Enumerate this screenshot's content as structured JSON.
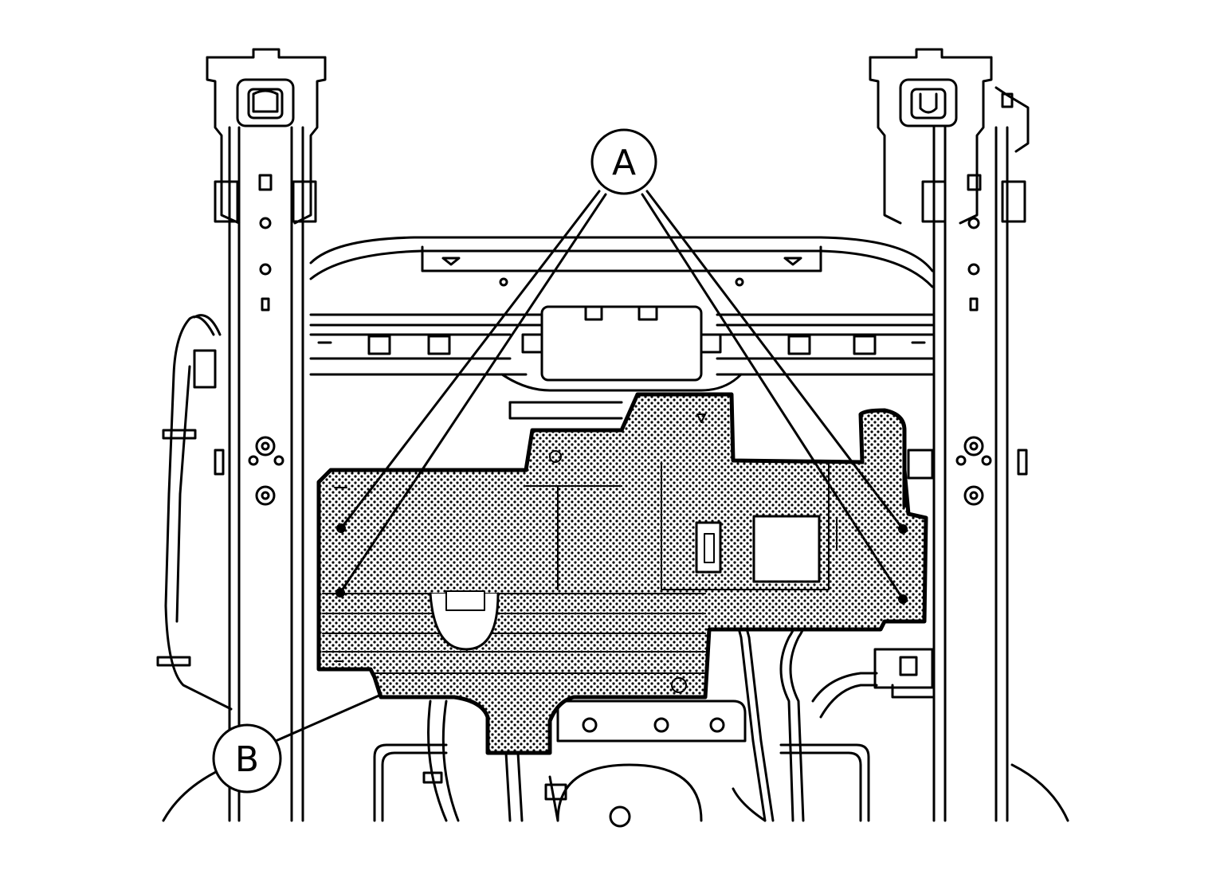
{
  "callouts": [
    {
      "id": "A",
      "label": "A"
    },
    {
      "id": "B",
      "label": "B"
    }
  ],
  "colors": {
    "line": "#000000",
    "background": "#ffffff",
    "hatch": "#000000"
  }
}
